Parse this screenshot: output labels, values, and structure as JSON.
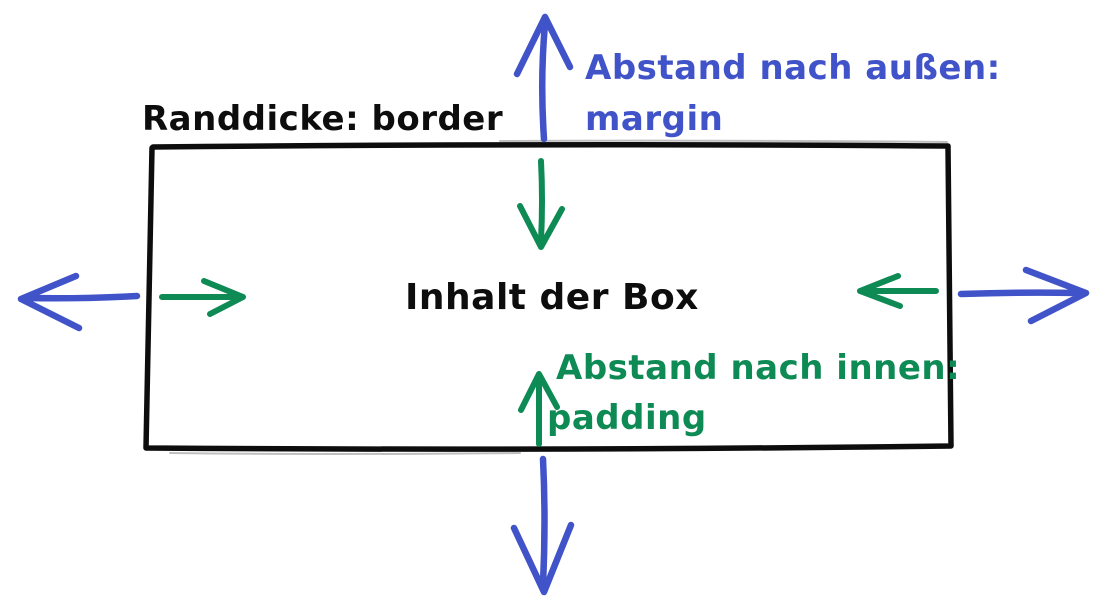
{
  "diagram": {
    "kind": "css-box-model-sketch",
    "content_label": "Inhalt der Box",
    "border_label": "Randdicke: border",
    "margin_label": {
      "line1": "Abstand nach außen:",
      "line2": "margin"
    },
    "padding_label": {
      "line1": "Abstand nach innen:",
      "line2": "padding"
    },
    "colors": {
      "margin_arrow_blue": "#4153c8",
      "padding_arrow_green": "#0e8a55",
      "ink_black": "#0d0d0d",
      "background": "#ffffff"
    }
  }
}
